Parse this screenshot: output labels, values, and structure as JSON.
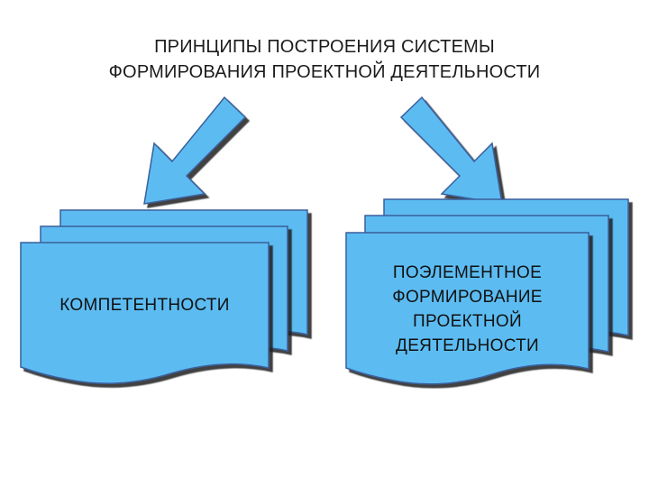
{
  "title": {
    "line1": "ПРИНЦИПЫ ПОСТРОЕНИЯ СИСТЕМЫ",
    "line2": "ФОРМИРОВАНИЯ ПРОЕКТНОЙ ДЕЯТЕЛЬНОСТИ"
  },
  "cards": [
    {
      "label": "КОМПЕТЕНТНОСТИ"
    },
    {
      "label_lines": [
        "ПОЭЛЕМЕНТНОЕ",
        "ФОРМИРОВАНИЕ",
        "ПРОЕКТНОЙ",
        "ДЕЯТЕЛЬНОСТИ"
      ]
    }
  ],
  "colors": {
    "card_fill": "#5bbcf2",
    "arrow_fill": "#5bbcf2",
    "outline": "#3a5f9a",
    "shadow": "#1a1a1a"
  }
}
